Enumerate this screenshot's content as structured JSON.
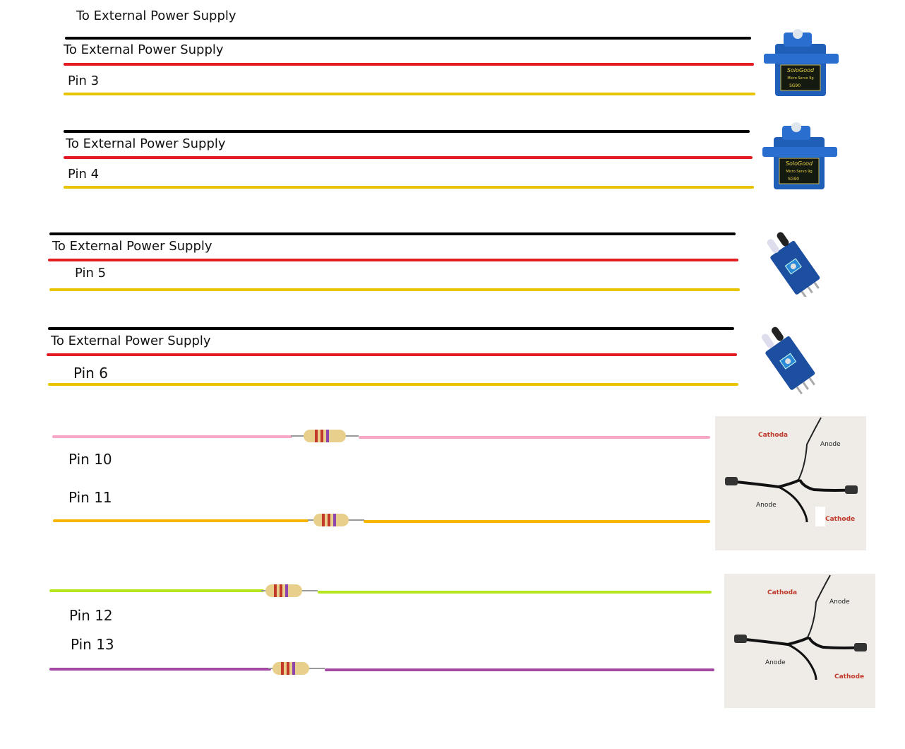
{
  "colors": {
    "black": "#000000",
    "red": "#e31b23",
    "yellow": "#e8c400",
    "pink": "#f6a8c6",
    "orange": "#f7b500",
    "green": "#b5e61d",
    "purple": "#a349a4",
    "servo_blue": "#1f5fb8"
  },
  "labels": {
    "top_power": "To External Power Supply",
    "servo1_power": "To External Power Supply",
    "servo1_signal": "Pin 3",
    "servo2_power": "To External Power Supply",
    "servo2_signal": "Pin 4",
    "ir1_power": "To External Power Supply",
    "ir1_signal": "Pin 5",
    "ir2_power": "To External Power Supply",
    "ir2_signal": "Pin 6",
    "led1_pin_a": "Pin 10",
    "led1_pin_b": "Pin 11",
    "led2_pin_a": "Pin 12",
    "led2_pin_b": "Pin 13"
  },
  "servo": {
    "brand": "SoloGood",
    "model_line": "Micro Servo 9g",
    "model": "SG90"
  },
  "led_photo": {
    "cathode_left": "Cathoda",
    "anode_top": "Anode",
    "anode_bottom": "Anode",
    "cathode_right": "Cathode"
  }
}
